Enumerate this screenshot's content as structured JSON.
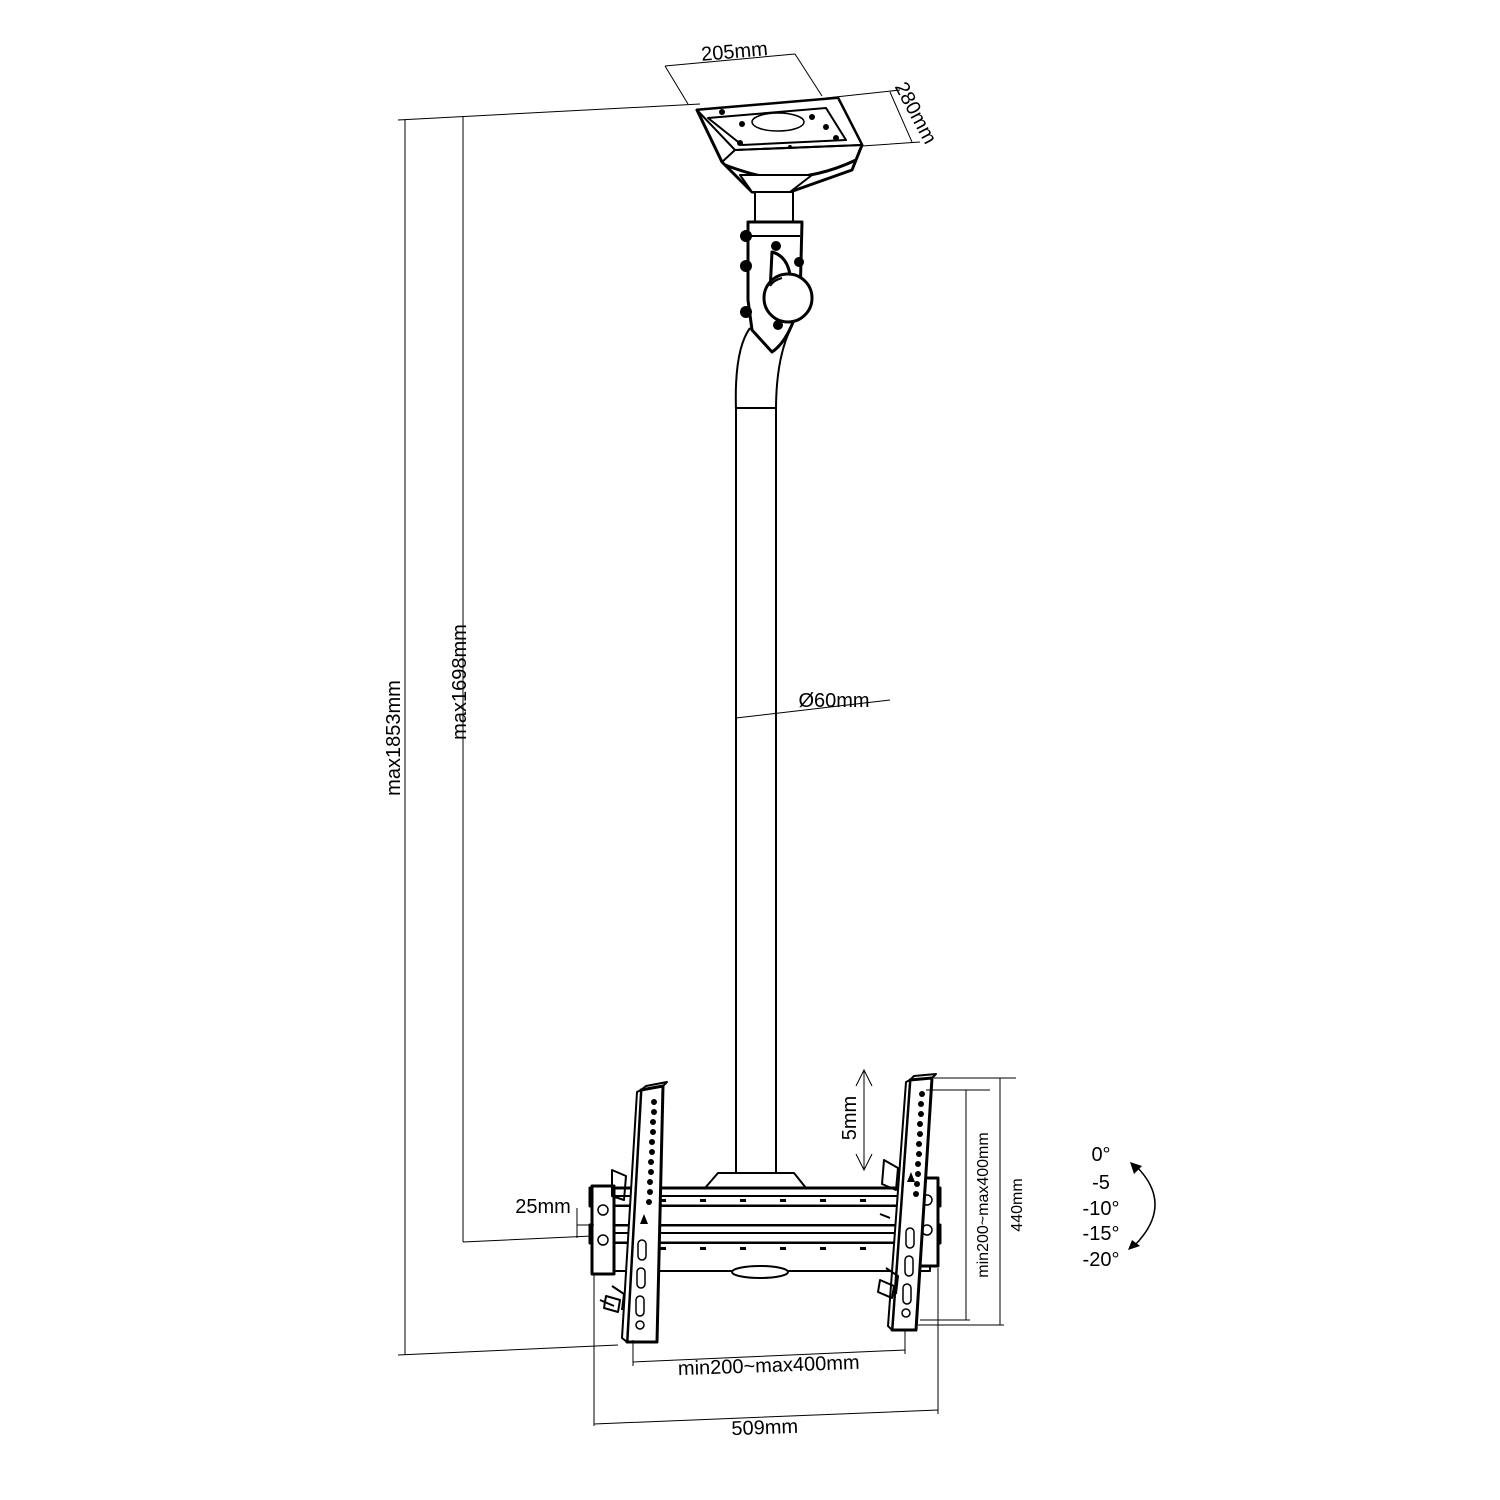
{
  "dimensions": {
    "plate_width": "205mm",
    "plate_depth": "280mm",
    "total_height": "max1853mm",
    "pole_height": "max1698mm",
    "pole_diameter": "Ø60mm",
    "tilt_step": "5mm",
    "wall_gap": "25mm",
    "vesa_vertical": "min200~max400mm",
    "bracket_height": "440mm",
    "vesa_horizontal": "min200~max400mm",
    "total_width": "509mm"
  },
  "tilt_angles": [
    "0°",
    "-5",
    "-10°",
    "-15°",
    "-20°"
  ]
}
